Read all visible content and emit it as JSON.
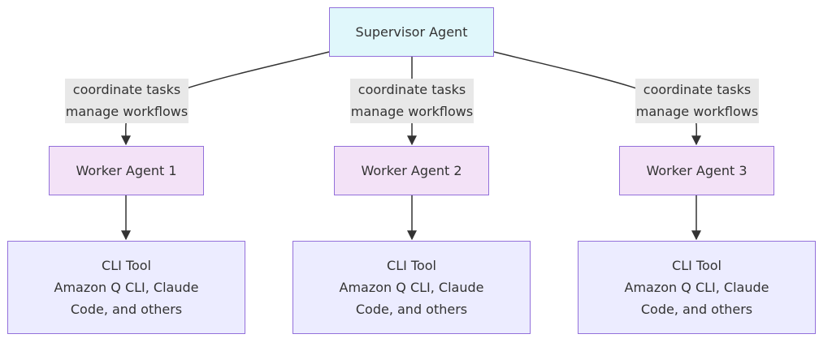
{
  "supervisor": {
    "label": "Supervisor Agent"
  },
  "edge_labels": [
    {
      "line1": "coordinate tasks",
      "line2": "manage workflows"
    },
    {
      "line1": "coordinate tasks",
      "line2": "manage workflows"
    },
    {
      "line1": "coordinate tasks",
      "line2": "manage workflows"
    }
  ],
  "workers": [
    {
      "label": "Worker Agent 1"
    },
    {
      "label": "Worker Agent 2"
    },
    {
      "label": "Worker Agent 3"
    }
  ],
  "tools": [
    {
      "line1": "CLI Tool",
      "line2": "Amazon Q CLI, Claude",
      "line3": "Code, and others"
    },
    {
      "line1": "CLI Tool",
      "line2": "Amazon Q CLI, Claude",
      "line3": "Code, and others"
    },
    {
      "line1": "CLI Tool",
      "line2": "Amazon Q CLI, Claude",
      "line3": "Code, and others"
    }
  ],
  "colors": {
    "node_border": "#9370db",
    "supervisor_fill": "#e0f7fb",
    "worker_fill": "#f3e2f7",
    "tool_fill": "#ececff",
    "label_fill": "#e8e8e8",
    "edge": "#333333"
  }
}
